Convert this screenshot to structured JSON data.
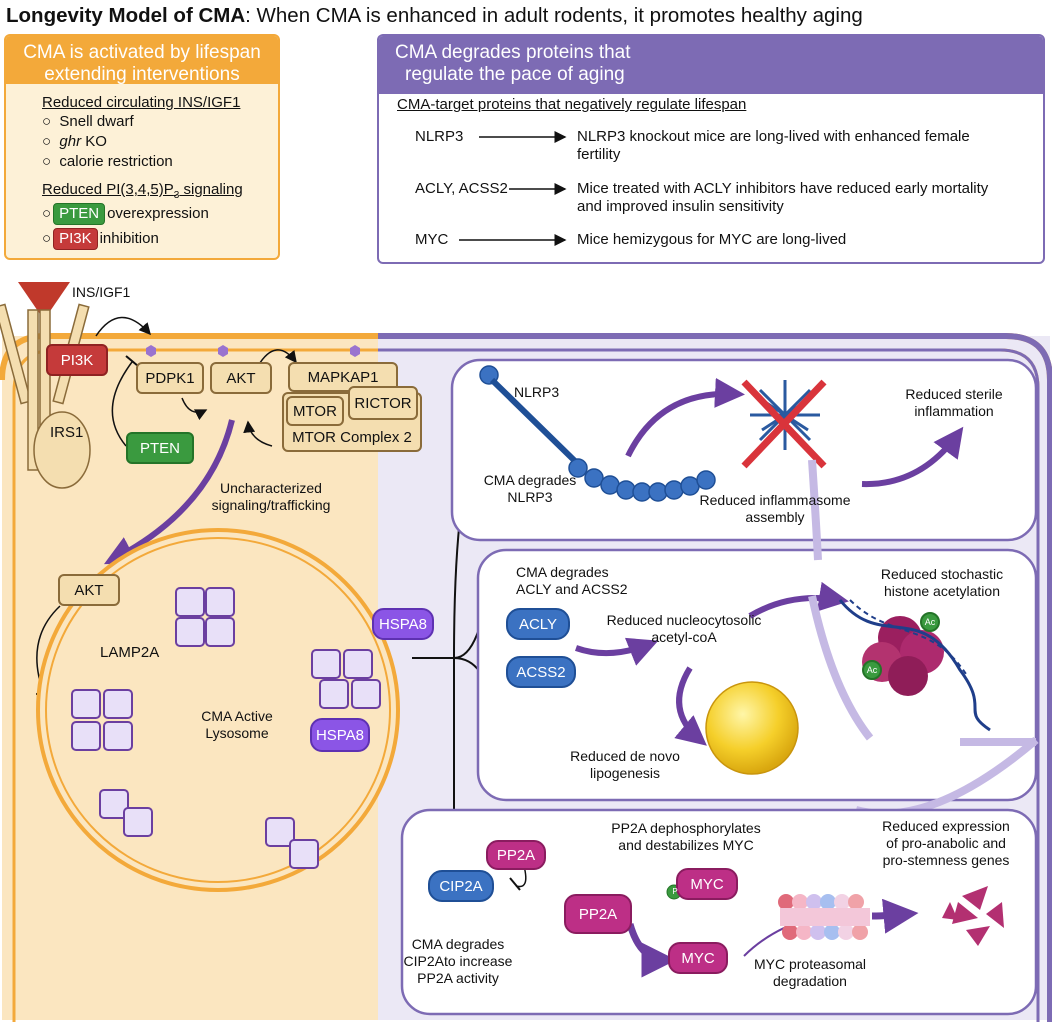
{
  "title": {
    "bold": "Longevity Model of CMA",
    "rest": ": When CMA is enhanced in adult rodents, it promotes healthy aging"
  },
  "left_box": {
    "header_line1": "CMA is activated by lifespan",
    "header_line2": "extending interventions",
    "section1_title": "Reduced circulating INS/IGF1",
    "section1_items": [
      "Snell dwarf",
      "ghr KO",
      "calorie restriction"
    ],
    "ghr_italic": "ghr",
    "ko_text": " KO",
    "section2_title_pre": "Reduced PI(3,4,5)P",
    "section2_title_sub": "3",
    "section2_title_post": " signaling",
    "pten_label": "PTEN",
    "pten_text": "overexpression",
    "pi3k_label": "PI3K",
    "pi3k_text": "inhibition"
  },
  "right_box": {
    "header_line1": "CMA degrades proteins that",
    "header_line2": "regulate the pace of aging",
    "subtitle": "CMA-target proteins that negatively regulate lifespan",
    "rows": [
      {
        "target": "NLRP3",
        "effect_l1": "NLRP3 knockout mice are long-lived with enhanced female",
        "effect_l2": "fertility"
      },
      {
        "target": "ACLY, ACSS2",
        "effect_l1": "Mice treated with ACLY inhibitors have reduced early mortality",
        "effect_l2": "and improved insulin sensitivity"
      },
      {
        "target": "MYC",
        "effect_l1": "Mice hemizygous for MYC are long-lived",
        "effect_l2": ""
      }
    ]
  },
  "cell": {
    "ins_igf1": "INS/IGF1",
    "pi3k": "PI3K",
    "irs1": "IRS1",
    "pdpk1": "PDPK1",
    "akt": "AKT",
    "pten": "PTEN",
    "mapkap1": "MAPKAP1",
    "mtor": "MTOR",
    "rictor": "RICTOR",
    "mtor_complex2": "MTOR Complex 2",
    "uncharacterized_l1": "Uncharacterized",
    "uncharacterized_l2": "signaling/trafficking",
    "akt_lower": "AKT",
    "lamp2a": "LAMP2A",
    "lysosome_l1": "CMA Active",
    "lysosome_l2": "Lysosome",
    "hspa8_top": "HSPA8",
    "hspa8_bottom": "HSPA8"
  },
  "panel_nlrp3": {
    "nlrp3_label": "NLRP3",
    "degrades_l1": "CMA degrades",
    "degrades_l2": "NLRP3",
    "inflammasome_l1": "Reduced inflammasome",
    "inflammasome_l2": "assembly",
    "sterile_l1": "Reduced sterile",
    "sterile_l2": "inflammation"
  },
  "panel_acly": {
    "degrades_l1": "CMA degrades",
    "degrades_l2": "ACLY and ACSS2",
    "acly": "ACLY",
    "acss2": "ACSS2",
    "acetyl_l1": "Reduced nucleocytosolic",
    "acetyl_l2": "acetyl-coA",
    "histone_l1": "Reduced stochastic",
    "histone_l2": "histone acetylation",
    "ac": "Ac",
    "lipo_l1": "Reduced de novo",
    "lipo_l2": "lipogenesis"
  },
  "panel_myc": {
    "pp2a_top": "PP2A",
    "cip2a": "CIP2A",
    "pp2a_dephos_l1": "PP2A dephosphorylates",
    "pp2a_dephos_l2": "and destabilizes MYC",
    "expr_l1": "Reduced expression",
    "expr_l2": "of pro-anabolic and",
    "expr_l3": "pro-stemness genes",
    "pp2a_mid": "PP2A",
    "myc_top": "MYC",
    "p": "P",
    "myc_bottom": "MYC",
    "proteasome_l1": "MYC proteasomal",
    "proteasome_l2": "degradation",
    "cip2a_l1": "CMA degrades",
    "cip2a_l2": "CIP2Ato increase",
    "cip2a_l3": "PP2A activity"
  },
  "colors": {
    "orange": "#f3a93a",
    "orange_bg": "#fdf1d7",
    "purple": "#7d6bb4",
    "purple_bg": "#ebe8f5",
    "arrow_purple": "#6b3fa0"
  }
}
